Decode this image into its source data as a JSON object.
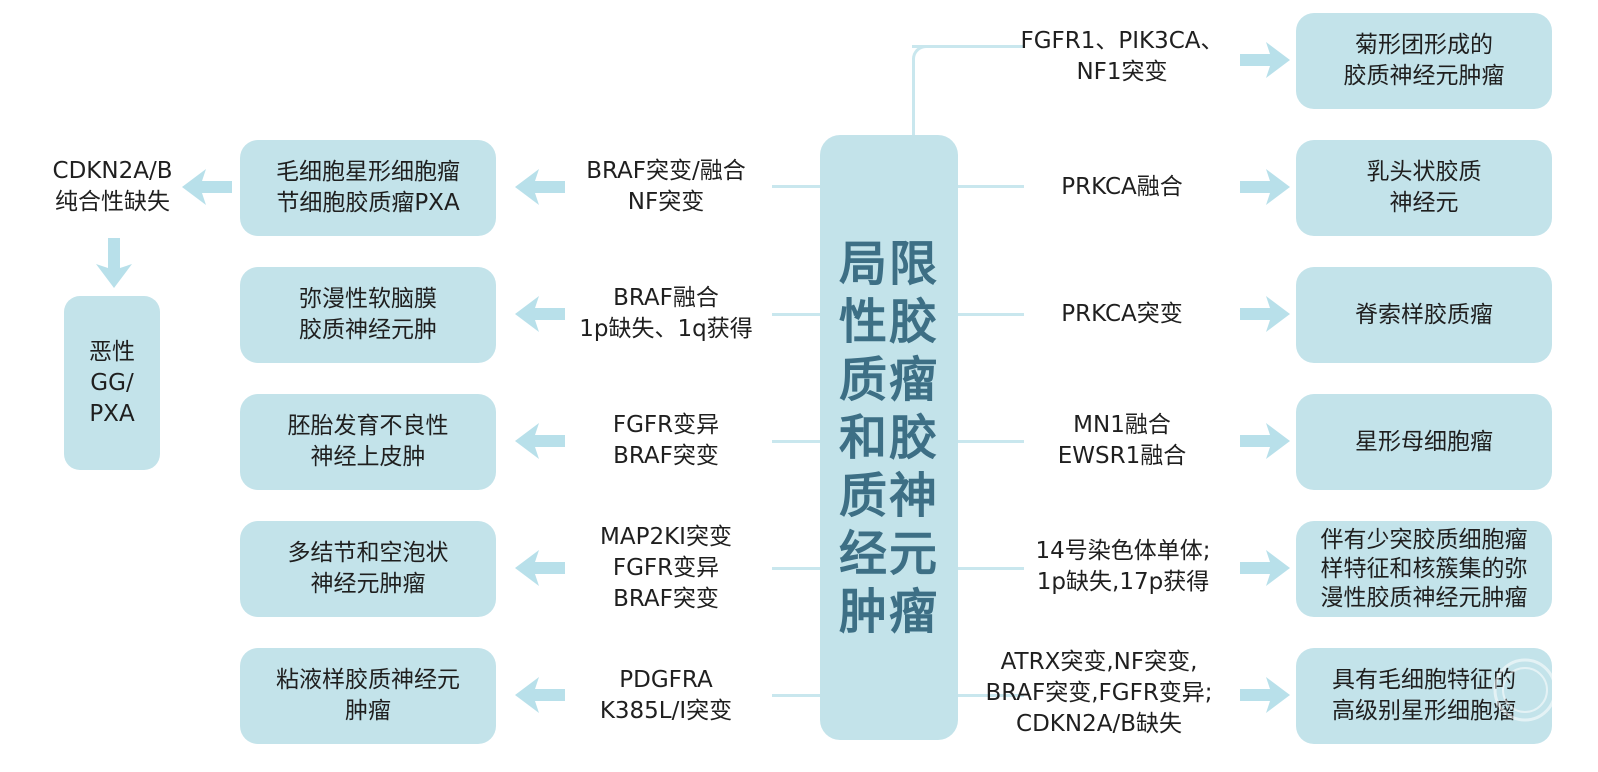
{
  "center": {
    "label": "局限性胶质瘤和胶质神经元肿瘤"
  },
  "left": {
    "rows": [
      {
        "box": [
          "毛细胞星形细胞瘤",
          "节细胞胶质瘤PXA"
        ],
        "alteration": [
          "BRAF突变/融合",
          "NF突变"
        ]
      },
      {
        "box": [
          "弥漫性软脑膜",
          "胶质神经元肿"
        ],
        "alteration": [
          "BRAF融合",
          "1p缺失、1q获得"
        ]
      },
      {
        "box": [
          "胚胎发育不良性",
          "神经上皮肿"
        ],
        "alteration": [
          "FGFR变异",
          "BRAF突变"
        ]
      },
      {
        "box": [
          "多结节和空泡状",
          "神经元肿瘤"
        ],
        "alteration": [
          "MAP2KI突变",
          "FGFR变异",
          "BRAF突变"
        ]
      },
      {
        "box": [
          "粘液样胶质神经元",
          "肿瘤"
        ],
        "alteration": [
          "PDGFRA",
          "K385L/I突变"
        ]
      }
    ],
    "progression": {
      "text": [
        "CDKN2A/B",
        "纯合性缺失"
      ],
      "box": [
        "恶性",
        "GG/",
        "PXA"
      ]
    }
  },
  "right": {
    "rows": [
      {
        "alteration": [
          "FGFR1、PIK3CA、",
          "NF1突变"
        ],
        "box": [
          "菊形团形成的",
          "胶质神经元肿瘤"
        ]
      },
      {
        "alteration": [
          "PRKCA融合"
        ],
        "box": [
          "乳头状胶质",
          "神经元"
        ]
      },
      {
        "alteration": [
          "PRKCA突变"
        ],
        "box": [
          "脊索样胶质瘤"
        ]
      },
      {
        "alteration": [
          "MN1融合",
          "EWSR1融合"
        ],
        "box": [
          "星形母细胞瘤"
        ]
      },
      {
        "alteration": [
          "14号染色体单体;",
          "1p缺失,17p获得"
        ],
        "box": [
          "伴有少突胶质细胞瘤",
          "样特征和核簇集的弥",
          "漫性胶质神经元肿瘤"
        ]
      },
      {
        "alteration": [
          "ATRX突变,NF突变,",
          "BRAF突变,FGFR变异;",
          "CDKN2A/B缺失"
        ],
        "box": [
          "具有毛细胞特征的",
          "高级别星形细胞瘤"
        ]
      }
    ]
  },
  "colors": {
    "box": "#c3e3ea",
    "line": "#c9e7ee",
    "arrow": "#b8e0ea",
    "center_text": "#3d6f85"
  }
}
